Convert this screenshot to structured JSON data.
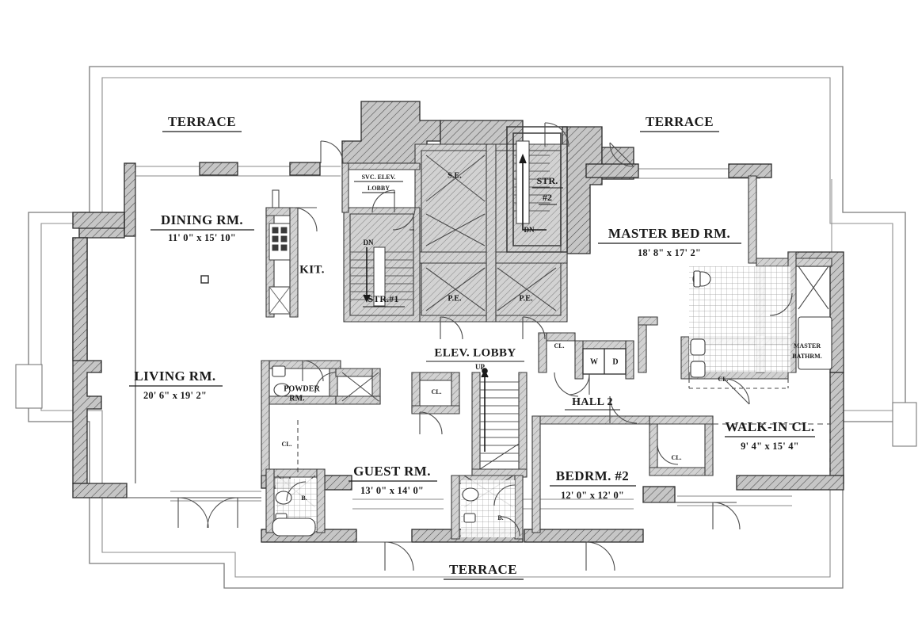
{
  "document": {
    "type": "architectural-floor-plan",
    "style": "residential apartment plan, black line drawing on white"
  },
  "colors": {
    "ink": "#1a1a1a",
    "wall_fill": "#b9b9b9",
    "hatch": "#555555",
    "thin_line": "#6b6b6b",
    "background": "#ffffff"
  },
  "terraces": [
    {
      "label": "TERRACE",
      "position": "top-left"
    },
    {
      "label": "TERRACE",
      "position": "top-right"
    },
    {
      "label": "TERRACE",
      "position": "bottom-center"
    }
  ],
  "rooms": [
    {
      "name": "DINING RM.",
      "dimensions": "11' 0\" x 15' 10\""
    },
    {
      "name": "LIVING RM.",
      "dimensions": "20' 6\" x 19' 2\""
    },
    {
      "name": "MASTER BED RM.",
      "dimensions": "18' 8\" x 17' 2\""
    },
    {
      "name": "GUEST RM.",
      "dimensions": "13' 0\" x 14' 0\""
    },
    {
      "name": "BEDRM. #2",
      "dimensions": "12' 0\" x 12' 0\""
    },
    {
      "name": "WALK-IN CL.",
      "dimensions": "9' 4\" x 15' 4\""
    }
  ],
  "spaces": {
    "kitchen": "KIT.",
    "powder_room_line1": "POWDER",
    "powder_room_line2": "RM.",
    "master_bath_line1": "MASTER",
    "master_bath_line2": "BATHRM.",
    "elev_lobby": "ELEV. LOBBY",
    "svc_elev_lobby_line1": "SVC. ELEV.",
    "svc_elev_lobby_line2": "LOBBY",
    "hall2": "HALL 2"
  },
  "cores": {
    "service_elevator": "S.E.",
    "passenger_elevator_1": "P.E.",
    "passenger_elevator_2": "P.E.",
    "stair_1": "STR.#1",
    "stair_2_line1": "STR.",
    "stair_2_line2": "#2"
  },
  "closets": [
    {
      "label": "CL.",
      "near": "living-room-hall"
    },
    {
      "label": "CL.",
      "near": "guest-room"
    },
    {
      "label": "CL.",
      "near": "elev-lobby-east"
    },
    {
      "label": "CL.",
      "near": "bedrm-2"
    },
    {
      "label": "CL.",
      "near": "master-bath"
    }
  ],
  "bathrooms": [
    {
      "label": "B.",
      "near": "guest-room-west"
    },
    {
      "label": "B.",
      "near": "guest-room-east"
    }
  ],
  "appliances": {
    "washer": "W",
    "dryer": "D"
  },
  "stair_direction_markers": [
    {
      "label": "DN",
      "at": "stair-1"
    },
    {
      "label": "DN",
      "at": "stair-2"
    },
    {
      "label": "UP",
      "at": "elev-lobby-stair"
    }
  ]
}
